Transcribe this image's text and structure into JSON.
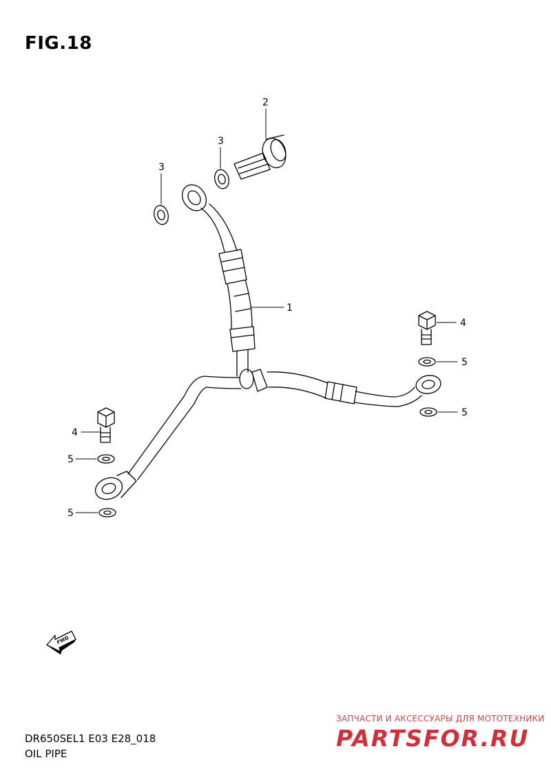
{
  "figure": {
    "title": "FIG.18"
  },
  "callouts": {
    "p1": "1",
    "p2": "2",
    "p3a": "3",
    "p3b": "3",
    "p4a": "4",
    "p4b": "4",
    "p5a": "5",
    "p5b": "5",
    "p5c": "5",
    "p5d": "5"
  },
  "fwd_label": "FWD",
  "footer": {
    "code": "DR650SEL1 E03 E28_018",
    "name": "OIL PIPE"
  },
  "watermark": {
    "tagline": "ЗАПЧАСТИ И АКСЕССУАРЫ ДЛЯ МОТОТЕХНИКИ",
    "logo": "PARTSFOR.RU",
    "color": "#d0303a"
  }
}
